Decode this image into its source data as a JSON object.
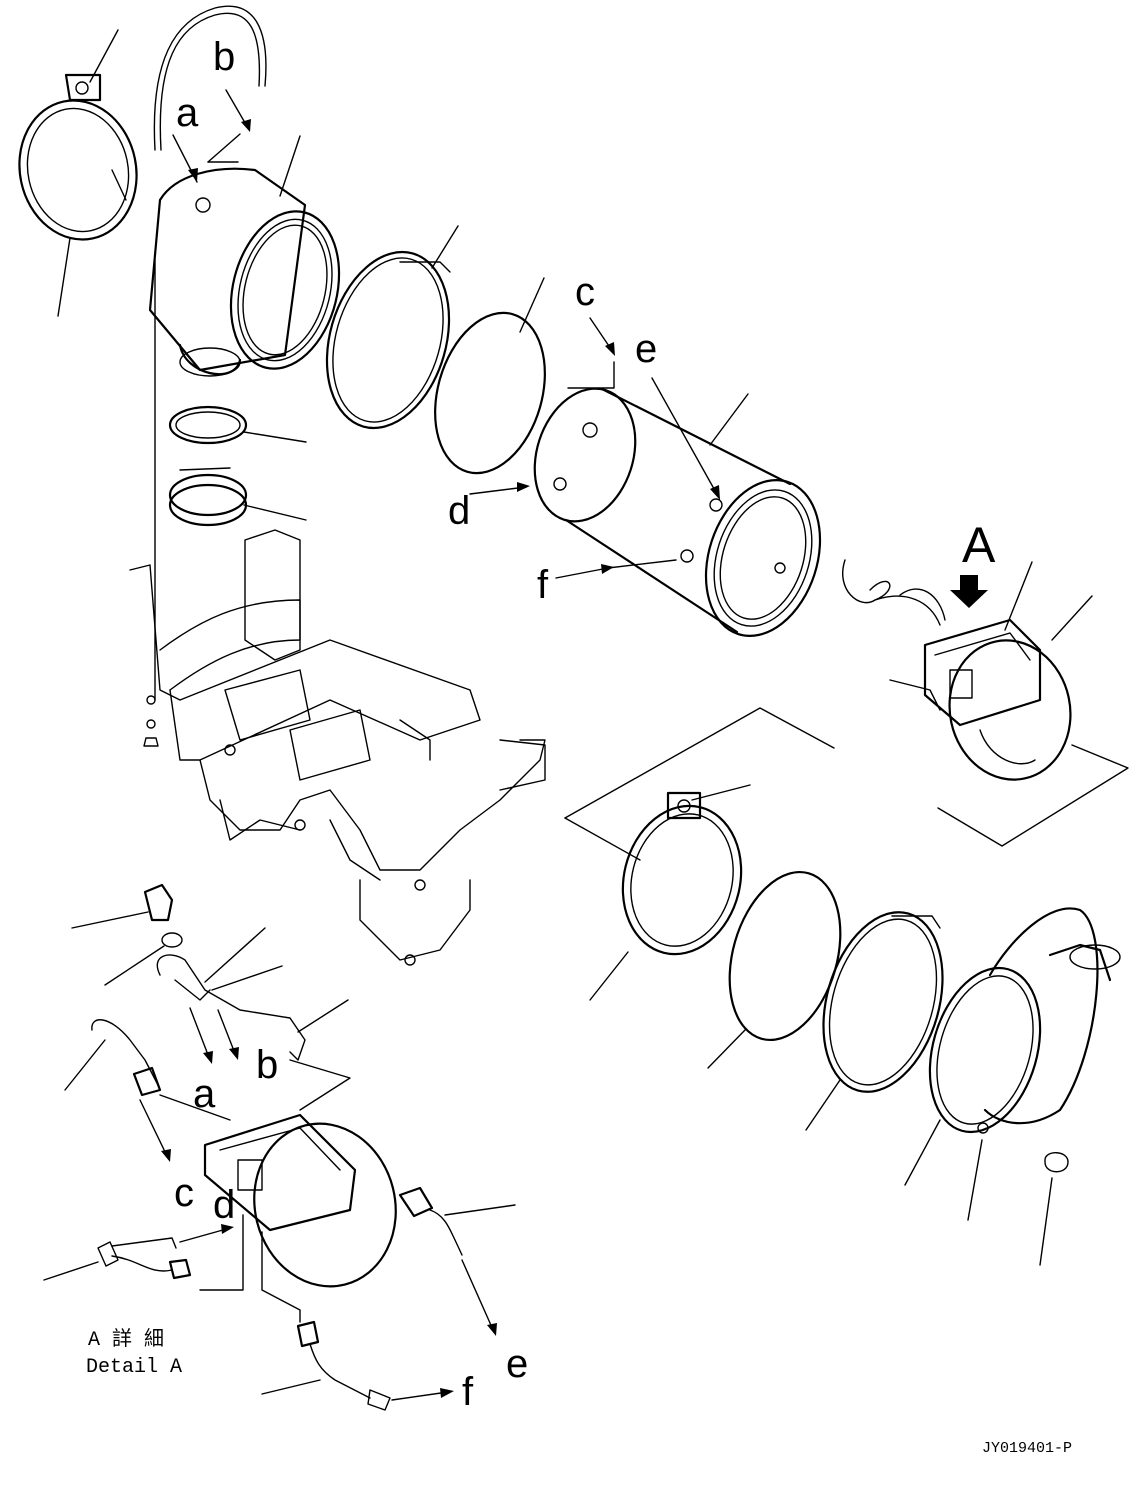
{
  "labels": {
    "a1": "a",
    "b1": "b",
    "c1": "c",
    "d1": "d",
    "e1": "e",
    "f1": "f",
    "view_A": "A",
    "a2": "a",
    "b2": "b",
    "c2": "c",
    "d2": "d",
    "e2": "e",
    "f2": "f"
  },
  "detail": {
    "jp": "A 詳 細",
    "en": "Detail A"
  },
  "drawing_code": "JY019401-P",
  "icons": [
    "arrow-down-icon"
  ]
}
